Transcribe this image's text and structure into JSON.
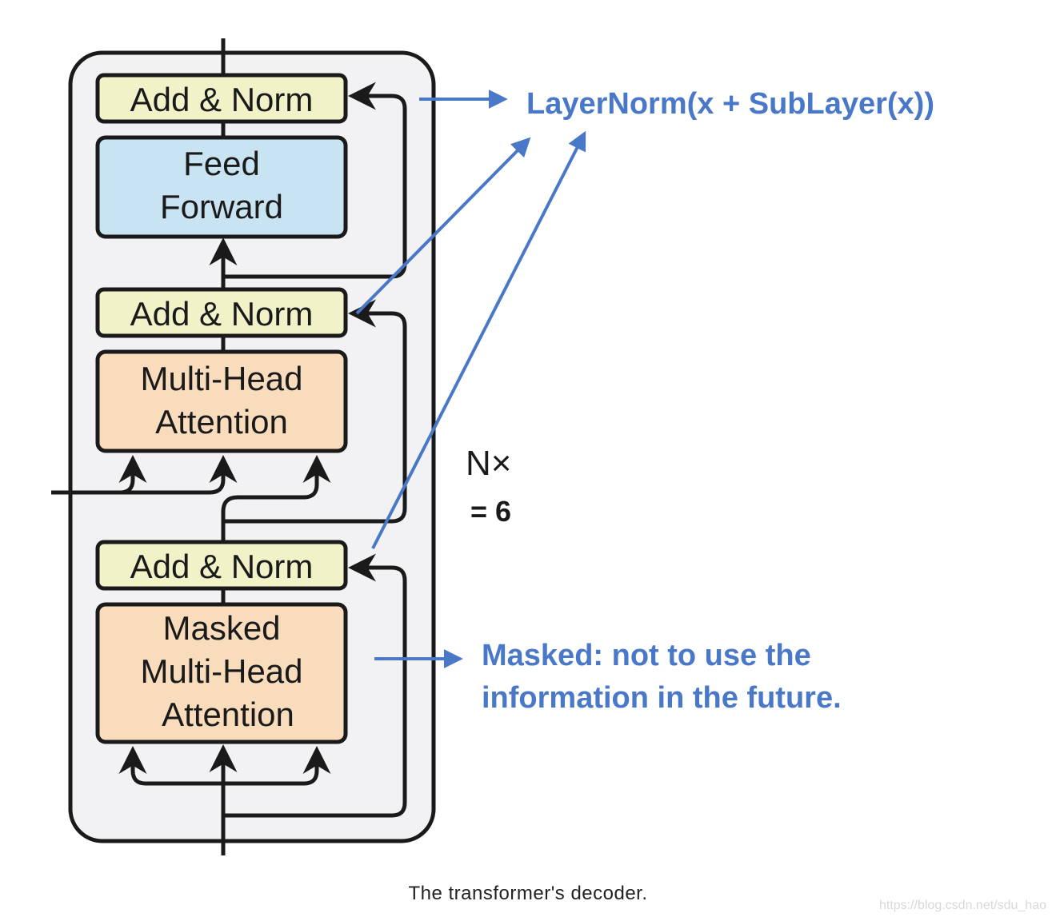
{
  "colors": {
    "add_norm": "#f2f2c8",
    "feed_forward": "#c8e4f2",
    "attention": "#f8dcbc",
    "container": "#f2f2f4",
    "annotation_blue": "#4a78c8",
    "stroke": "#1a1a1a"
  },
  "blocks": {
    "add_norm_top": "Add & Norm",
    "feed_forward": [
      "Feed",
      "Forward"
    ],
    "add_norm_mid": "Add & Norm",
    "multi_head_attention": [
      "Multi-Head",
      "Attention"
    ],
    "add_norm_bottom": "Add & Norm",
    "masked_attention": [
      "Masked",
      "Multi-Head",
      "Attention"
    ]
  },
  "repeat": {
    "nx": "N×",
    "count": "= 6"
  },
  "annotations": {
    "layernorm": "LayerNorm(x + SubLayer(x))",
    "masked_line1": "Masked: not to use the",
    "masked_line2": "information in the future."
  },
  "caption": "The transformer's decoder.",
  "watermark": "https://blog.csdn.net/sdu_hao"
}
